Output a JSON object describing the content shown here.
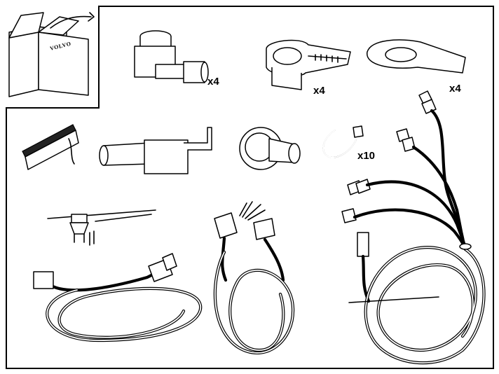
{
  "box_logo": "VOLVO",
  "quantities": {
    "parking_sensor": "x4",
    "sensor_holder": "x4",
    "sensor_gasket": "x4",
    "cable_tie": "x10"
  }
}
